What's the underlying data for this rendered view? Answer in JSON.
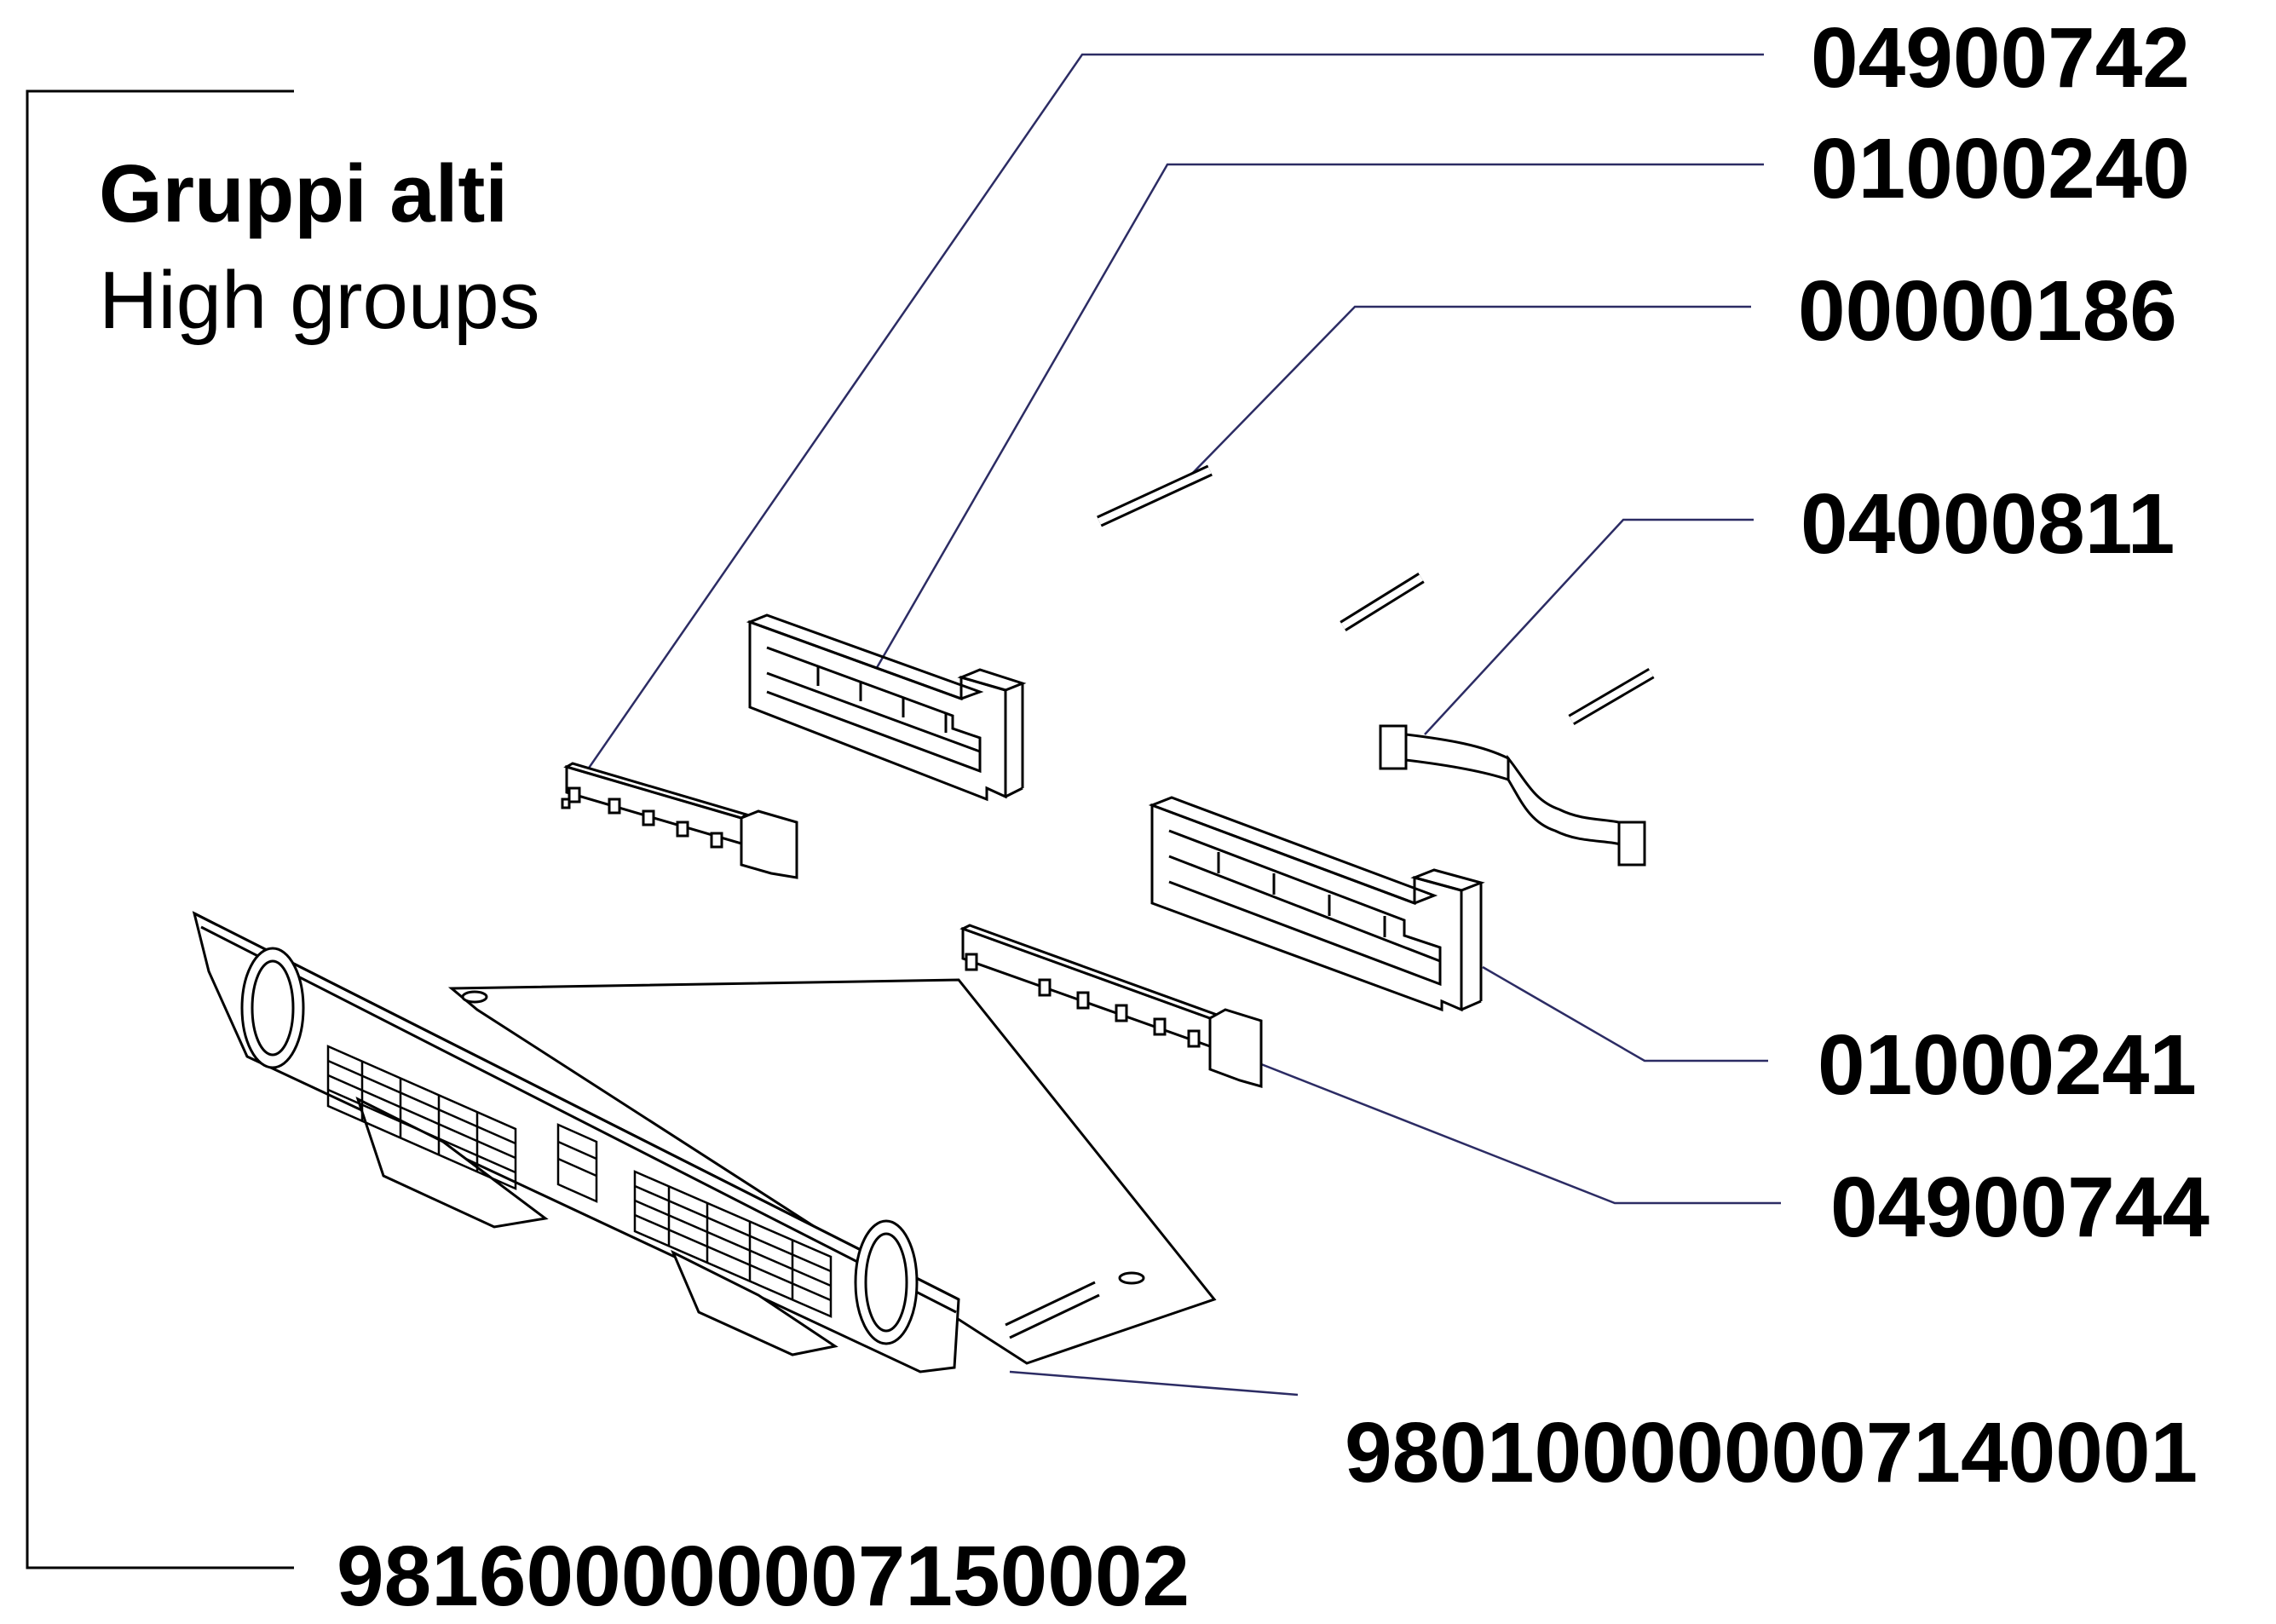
{
  "title": {
    "italian": "Gruppi alti",
    "english": "High groups"
  },
  "part_codes": [
    "04900742",
    "01000240",
    "00000186",
    "04000811",
    "01000241",
    "04900744",
    "980100000007140001",
    "981600000007150002"
  ],
  "colors": {
    "leader_line": "#2c2c64",
    "outline": "#000000",
    "background": "#ffffff"
  }
}
